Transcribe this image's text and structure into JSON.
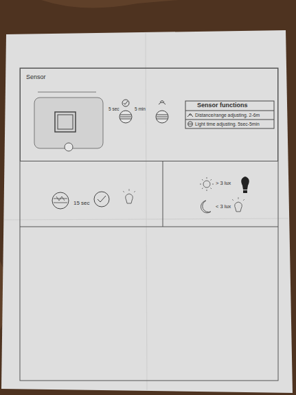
{
  "diagram": {
    "nodes": [
      {
        "text": [
          "Sensor"
        ]
      }
    ],
    "labels": [
      "5 sec",
      "5 min",
      "Sensor functions",
      "Distance/range adjusting. 2-6m",
      "Light time adjusting. 5sec-5min",
      "15 sec",
      "> 3 lux",
      "< 3 lux"
    ]
  }
}
